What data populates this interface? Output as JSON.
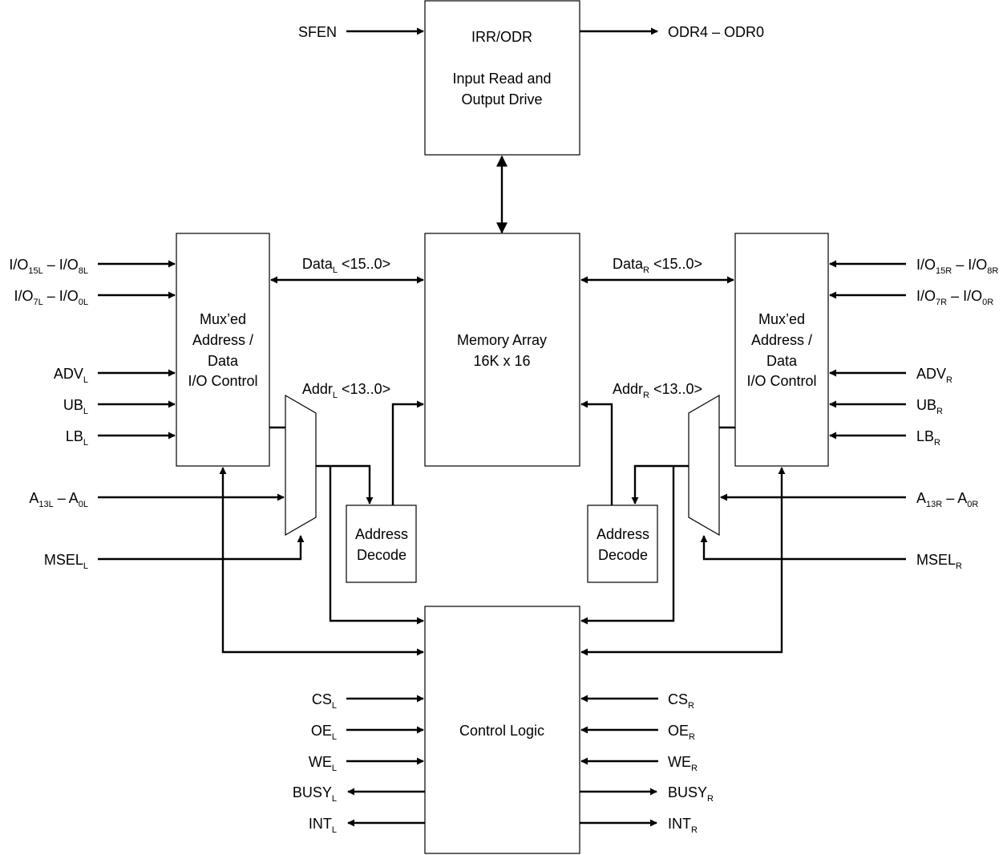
{
  "blocks": {
    "irr_odr": {
      "title": "IRR/ODR",
      "line1": "Input Read and",
      "line2": "Output Drive"
    },
    "memory": {
      "line1": "Memory Array",
      "line2": "16K x 16"
    },
    "io_left": {
      "line1": "Mux’ed",
      "line2": "Address /",
      "line3": "Data",
      "line4": "I/O Control"
    },
    "io_right": {
      "line1": "Mux’ed",
      "line2": "Address /",
      "line3": "Data",
      "line4": "I/O Control"
    },
    "decode_left": {
      "line1": "Address",
      "line2": "Decode"
    },
    "decode_right": {
      "line1": "Address",
      "line2": "Decode"
    },
    "control": {
      "label": "Control Logic"
    }
  },
  "signals": {
    "sfen": "SFEN",
    "odr": "ODR4 – ODR0",
    "io_hi_l": {
      "a": "I/O",
      "a_sub": "15L",
      "sep": " – I/O",
      "b_sub": "8L"
    },
    "io_lo_l": {
      "a": "I/O",
      "a_sub": "7L",
      "sep": " – I/O",
      "b_sub": "0L"
    },
    "io_hi_r": {
      "a": "I/O",
      "a_sub": "15R",
      "sep": " – I/O",
      "b_sub": "8R"
    },
    "io_lo_r": {
      "a": "I/O",
      "a_sub": "7R",
      "sep": " – I/O",
      "b_sub": "0R"
    },
    "adv_l": {
      "base": "ADV",
      "sub": "L"
    },
    "ub_l": {
      "base": "UB",
      "sub": "L"
    },
    "lb_l": {
      "base": "LB",
      "sub": "L"
    },
    "adv_r": {
      "base": "ADV",
      "sub": "R"
    },
    "ub_r": {
      "base": "UB",
      "sub": "R"
    },
    "lb_r": {
      "base": "LB",
      "sub": "R"
    },
    "addr_in_l": {
      "a": "A",
      "a_sub": "13L",
      "sep": " – A",
      "b_sub": "0L"
    },
    "addr_in_r": {
      "a": "A",
      "a_sub": "13R",
      "sep": " – A",
      "b_sub": "0R"
    },
    "msel_l": {
      "base": "MSEL",
      "sub": "L"
    },
    "msel_r": {
      "base": "MSEL",
      "sub": "R"
    },
    "data_l": {
      "base": "Data",
      "sub": "L",
      "rest": " <15..0>"
    },
    "data_r": {
      "base": "Data",
      "sub": "R",
      "rest": " <15..0>"
    },
    "addr_l": {
      "base": "Addr",
      "sub": "L",
      "rest": " <13..0>"
    },
    "addr_r": {
      "base": "Addr",
      "sub": "R",
      "rest": " <13..0>"
    },
    "cs_l": {
      "base": "CS",
      "sub": "L"
    },
    "oe_l": {
      "base": "OE",
      "sub": "L"
    },
    "we_l": {
      "base": "WE",
      "sub": "L"
    },
    "busy_l": {
      "base": "BUSY",
      "sub": "L"
    },
    "int_l": {
      "base": "INT",
      "sub": "L"
    },
    "cs_r": {
      "base": "CS",
      "sub": "R"
    },
    "oe_r": {
      "base": "OE",
      "sub": "R"
    },
    "we_r": {
      "base": "WE",
      "sub": "R"
    },
    "busy_r": {
      "base": "BUSY",
      "sub": "R"
    },
    "int_r": {
      "base": "INT",
      "sub": "R"
    }
  }
}
